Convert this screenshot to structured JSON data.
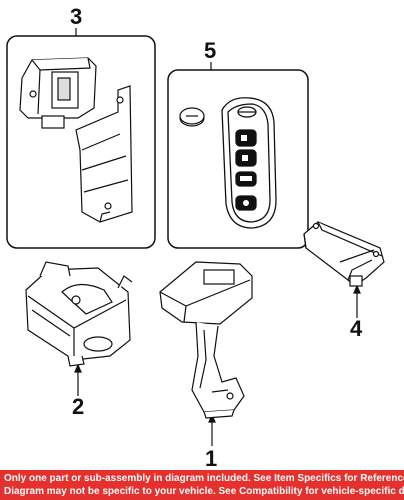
{
  "callouts": {
    "c1": "1",
    "c2": "2",
    "c3": "3",
    "c4": "4",
    "c5": "5"
  },
  "footer": {
    "line1": "Only one part or sub-assembly in diagram included. See Item Specifics for Reference #.",
    "line2": "Diagram may not be specific to your vehicle. See Compatibility for vehicle-specific diagrams."
  }
}
